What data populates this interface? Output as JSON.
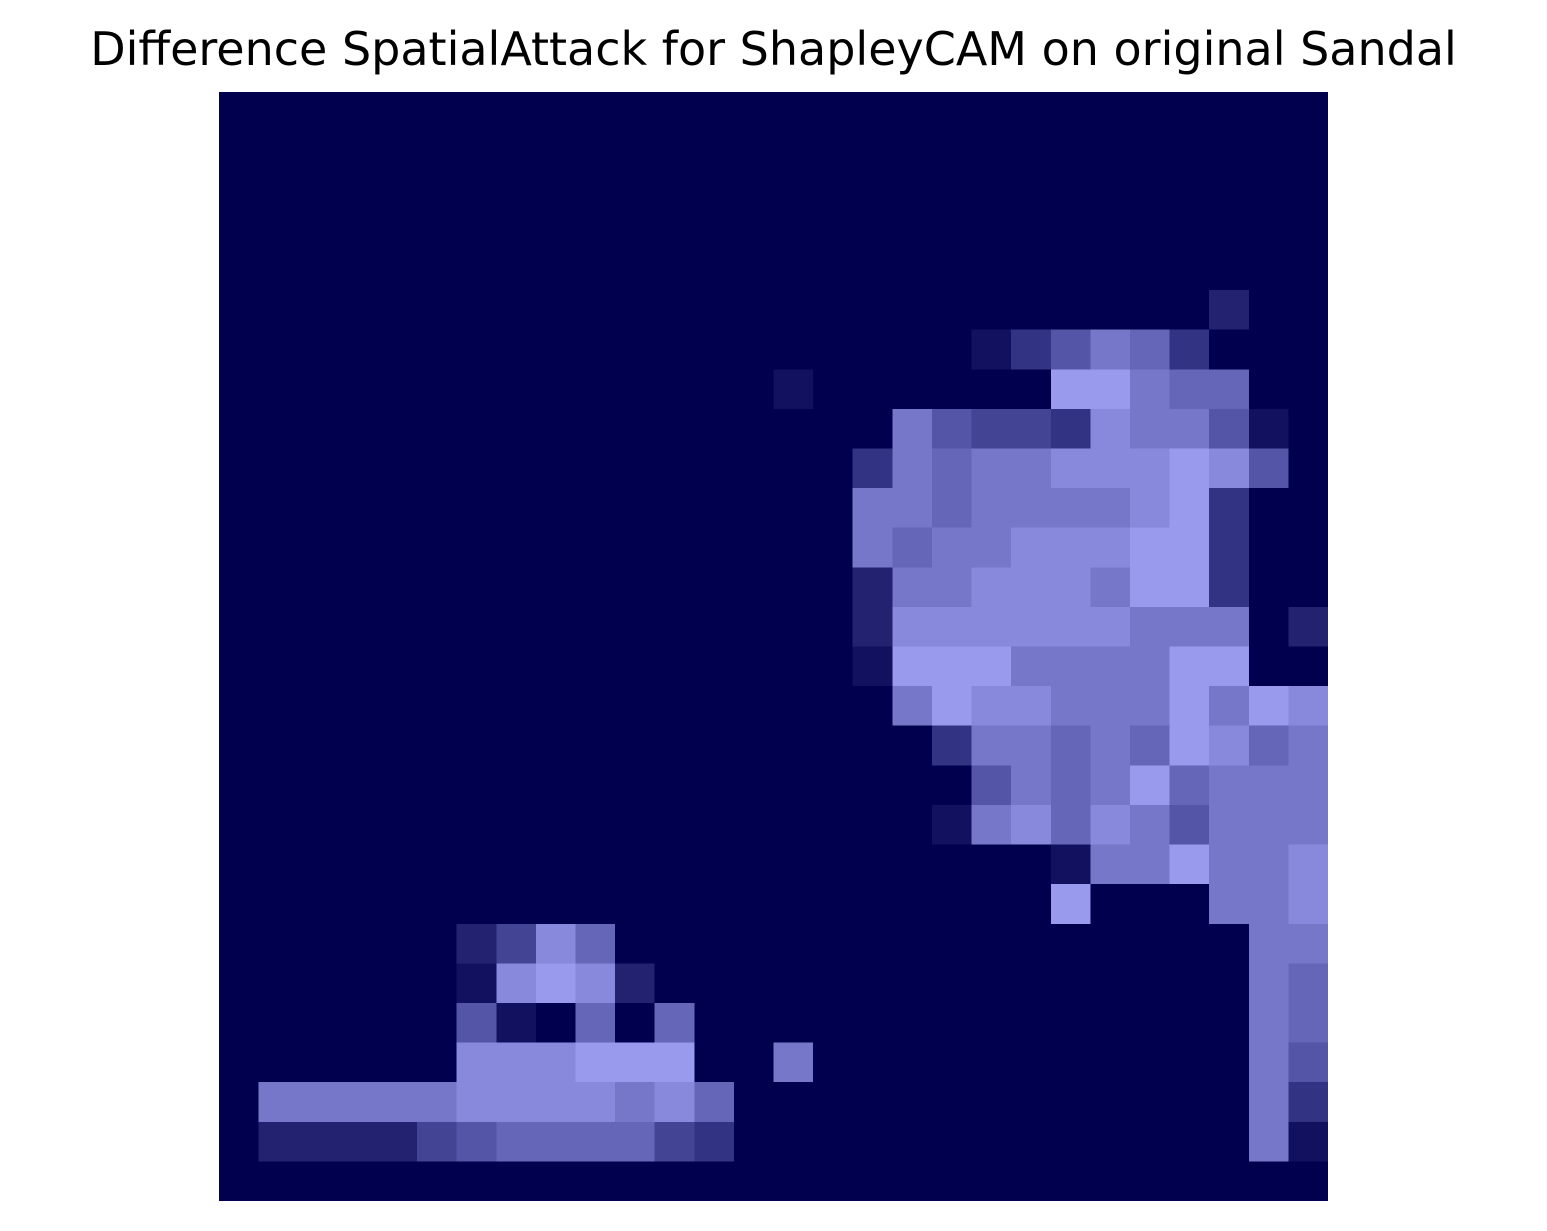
{
  "chart_data": {
    "type": "heatmap",
    "title": "Difference SpatialAttack for ShapleyCAM on original Sandal",
    "rows": 28,
    "cols": 28,
    "axes_visible": false,
    "colormap": {
      "low": "#00004e",
      "high": "#aaaaff"
    },
    "value_range": [
      0,
      10
    ],
    "cell_values": [
      "0000000000000000000000000000",
      "0000000000000000000000000000",
      "0000000000000000000000000000",
      "0000000000000000000000000000",
      "0000000000000000000000000000",
      "0000000000000000000000000200",
      "0000000000000000000135763000",
      "0000000000000010000009976600",
      "0000000000000000075443877510",
      "0000000000000000376778889850",
      "0000000000000000776777789300",
      "0000000000000000767788899300",
      "0000000000000000277888799300",
      "0000000000000000288888877702",
      "0000000000000000199977779900",
      "0000000000000000079887779798",
      "0000000000000000003776769867",
      "0000000000000000000576796777",
      "0000000000000000001786875777",
      "0000000000000000000001779778",
      "0000000000000000000009000778",
      "0000002486000000000000000077",
      "0000001898200000000000000076",
      "0000005106060000000000000076",
      "0000008889990070000000000075",
      "0777778888786000000000000073",
      "0222245666643000000000000071",
      "0000000000000000000000000000"
    ]
  }
}
